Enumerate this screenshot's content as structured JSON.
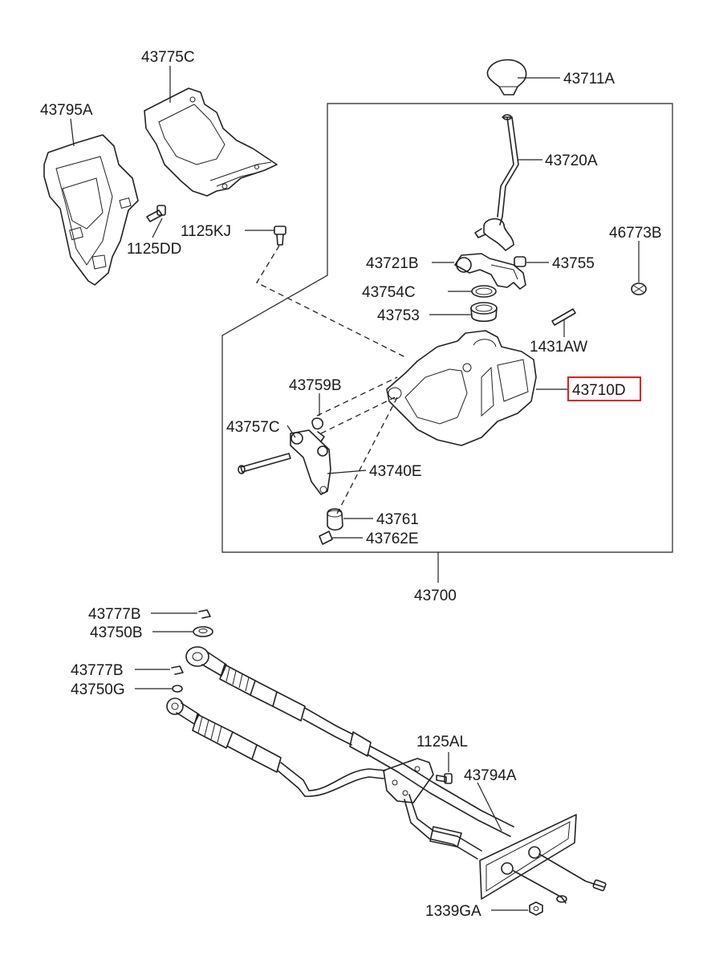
{
  "highlight_color": "#e0201f",
  "labels": {
    "p43775C": "43775C",
    "p43795A": "43795A",
    "p1125DD": "1125DD",
    "p1125KJ": "1125KJ",
    "p43711A": "43711A",
    "p43720A": "43720A",
    "p46773B": "46773B",
    "p43721B": "43721B",
    "p43755": "43755",
    "p43754C": "43754C",
    "p43753": "43753",
    "p1431AW": "1431AW",
    "p43710D": "43710D",
    "p43759B": "43759B",
    "p43757C": "43757C",
    "p43740E": "43740E",
    "p43761": "43761",
    "p43762E": "43762E",
    "p43700": "43700",
    "p43777B_a": "43777B",
    "p43750B": "43750B",
    "p43777B_b": "43777B",
    "p43750G": "43750G",
    "p1125AL": "1125AL",
    "p43794A": "43794A",
    "p1339GA": "1339GA"
  }
}
